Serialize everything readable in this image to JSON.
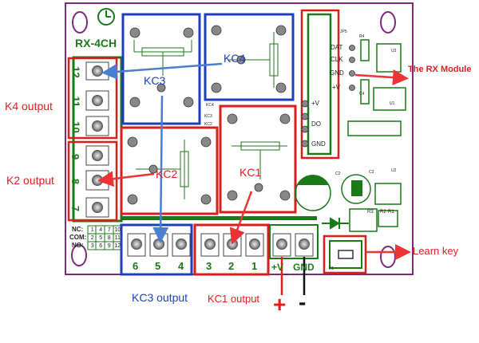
{
  "board": {
    "model": "RX-4CH",
    "pins_top": [
      "DAT",
      "CLK",
      "GND",
      "+V"
    ],
    "pins_side": [
      "+V",
      "DO",
      "GND"
    ],
    "silkscreen": {
      "jp5": "JP5",
      "r4": "R4",
      "u3": "U3",
      "c4": "C4",
      "u1": "U1",
      "c2": "C2",
      "c3": "C3",
      "u2": "U2",
      "kc4_small": "KC4",
      "kc3_small": "KC3",
      "kc2_small": "KC2",
      "r3": "R3",
      "r2": "R2",
      "r1": "R1",
      "k1": "K1"
    },
    "com_table": {
      "row_labels": [
        "NC:",
        "COM:",
        "NO:"
      ],
      "cells": [
        [
          "1",
          "4",
          "7",
          "10"
        ],
        [
          "2",
          "5",
          "8",
          "11"
        ],
        [
          "3",
          "6",
          "9",
          "12"
        ]
      ]
    },
    "left_terminals": [
      "12",
      "11",
      "10",
      "9",
      "8",
      "7"
    ],
    "bottom_terminals": [
      "6",
      "5",
      "4",
      "3",
      "2",
      "1",
      "+V",
      "GND"
    ]
  },
  "relays": {
    "kc1": "KC1",
    "kc2": "KC2",
    "kc3": "KC3",
    "kc4": "KC4"
  },
  "annotations": {
    "k4_output": "K4 output",
    "k2_output": "K2 output",
    "rx_module": "The RX Module",
    "learn_key": "Learn key",
    "kc3_output": "KC3 output",
    "kc1_output": "KC1 output",
    "plus": "+",
    "minus": "-"
  },
  "colors": {
    "board_border": "#7a2c7a",
    "red_box": "#d91e1e",
    "blue_box": "#1f3fb8",
    "green_block": "#1a7a1a",
    "arrow_red": "#ee3333",
    "arrow_blue": "#4a7fd0"
  }
}
